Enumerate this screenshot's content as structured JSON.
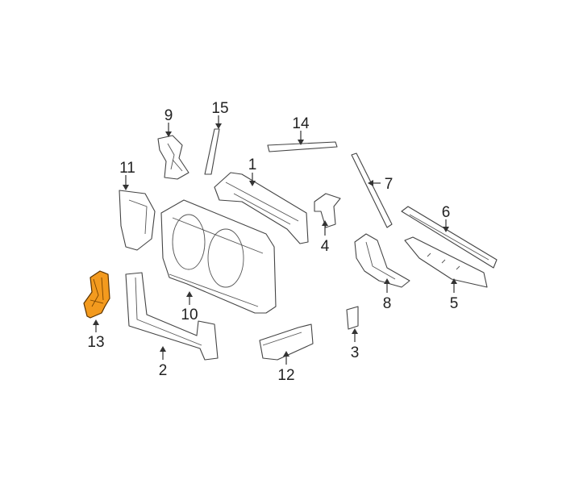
{
  "diagram": {
    "highlight_color": "#f39a1e",
    "callouts": [
      {
        "id": "1",
        "label": "1"
      },
      {
        "id": "2",
        "label": "2"
      },
      {
        "id": "3",
        "label": "3"
      },
      {
        "id": "4",
        "label": "4"
      },
      {
        "id": "5",
        "label": "5"
      },
      {
        "id": "6",
        "label": "6"
      },
      {
        "id": "7",
        "label": "7"
      },
      {
        "id": "8",
        "label": "8"
      },
      {
        "id": "9",
        "label": "9"
      },
      {
        "id": "10",
        "label": "10"
      },
      {
        "id": "11",
        "label": "11"
      },
      {
        "id": "12",
        "label": "12"
      },
      {
        "id": "13",
        "label": "13",
        "highlighted": true
      },
      {
        "id": "14",
        "label": "14"
      },
      {
        "id": "15",
        "label": "15"
      }
    ]
  }
}
